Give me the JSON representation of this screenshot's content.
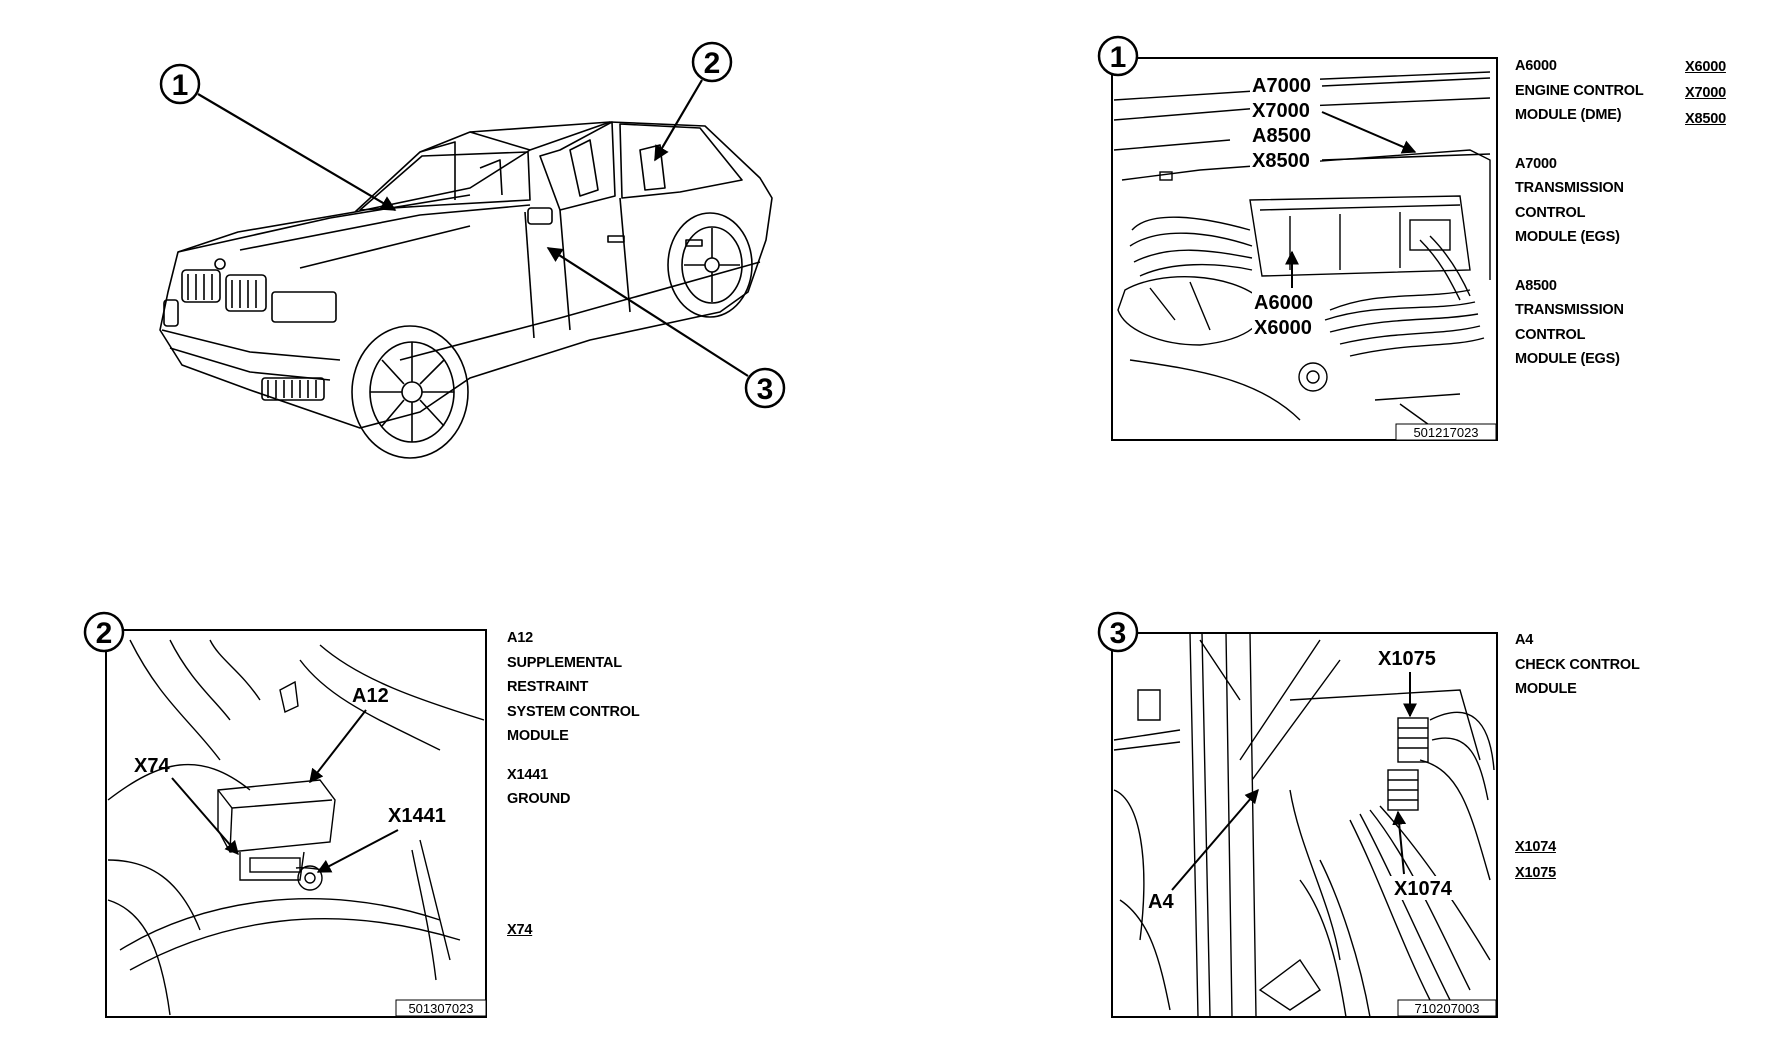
{
  "overview": {
    "callouts": [
      "1",
      "2",
      "3"
    ]
  },
  "panel1": {
    "number": "1",
    "labels": [
      "A7000",
      "X7000",
      "A8500",
      "X8500",
      "A6000",
      "X6000"
    ],
    "figure_id": "501217023",
    "legend": [
      {
        "code": "A6000",
        "lines": [
          "ENGINE CONTROL",
          "MODULE (DME)"
        ]
      },
      {
        "code": "A7000",
        "lines": [
          "TRANSMISSION",
          "CONTROL",
          "MODULE (EGS)"
        ]
      },
      {
        "code": "A8500",
        "lines": [
          "TRANSMISSION",
          "CONTROL",
          "MODULE (EGS)"
        ]
      }
    ],
    "connectors": [
      "X6000",
      "X7000",
      "X8500"
    ]
  },
  "panel2": {
    "number": "2",
    "labels": [
      "A12",
      "X74",
      "X1441"
    ],
    "figure_id": "501307023",
    "legend": [
      {
        "code": "A12",
        "lines": [
          "SUPPLEMENTAL",
          "RESTRAINT",
          "SYSTEM CONTROL",
          "MODULE"
        ]
      },
      {
        "code": "X1441",
        "lines": [
          "GROUND"
        ]
      }
    ],
    "connectors": [
      "X74"
    ]
  },
  "panel3": {
    "number": "3",
    "labels": [
      "X1075",
      "A4",
      "X1074"
    ],
    "figure_id": "710207003",
    "legend": [
      {
        "code": "A4",
        "lines": [
          "CHECK CONTROL",
          "MODULE"
        ]
      }
    ],
    "connectors": [
      "X1074",
      "X1075"
    ]
  }
}
